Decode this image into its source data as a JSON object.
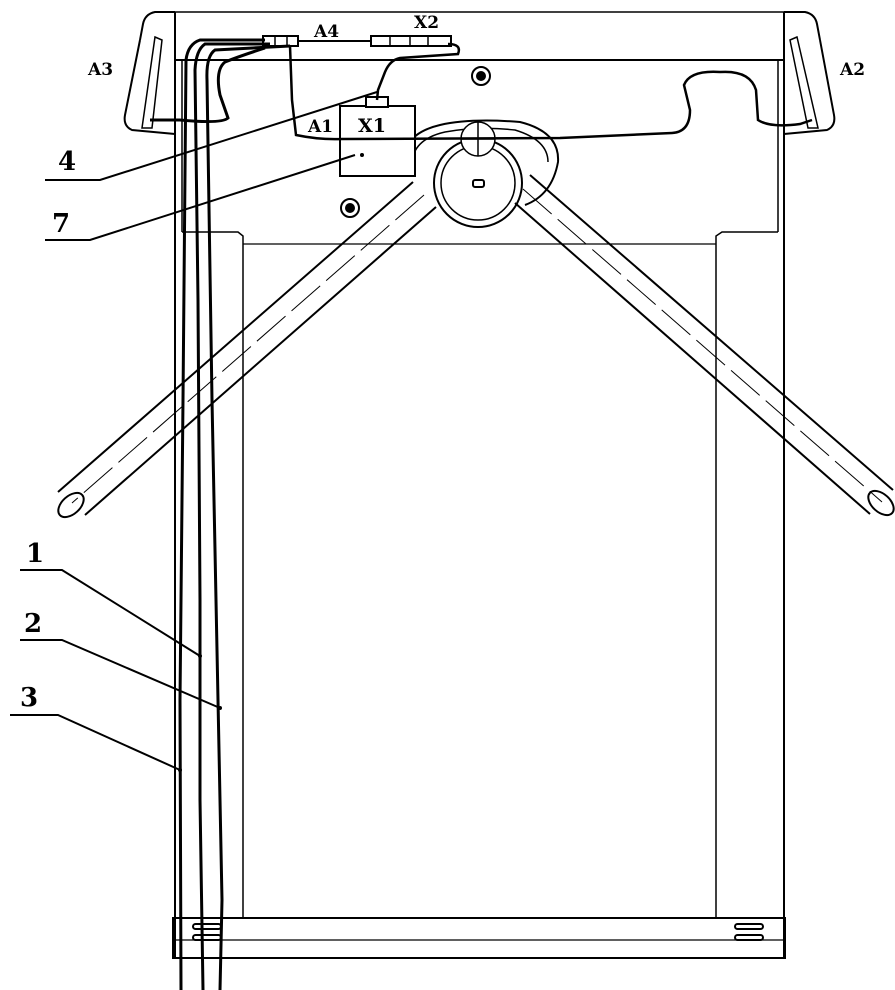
{
  "diagram": {
    "component_labels": {
      "a1": "A1",
      "a2": "A2",
      "a3": "A3",
      "a4": "A4",
      "x1": "X1",
      "x2": "X2"
    },
    "leader_labels": {
      "n1": "1",
      "n2": "2",
      "n3": "3",
      "n4": "4",
      "n7": "7"
    },
    "colors": {
      "line": "#000000",
      "background": "#ffffff"
    }
  }
}
